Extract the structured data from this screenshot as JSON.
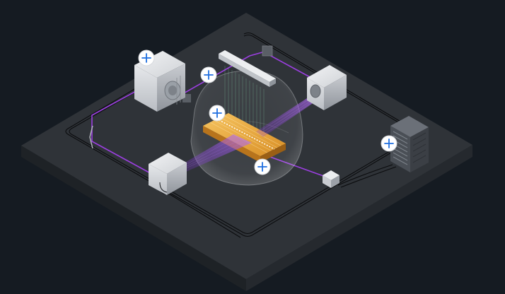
{
  "colors": {
    "background": "#151b22",
    "platform_top": "#2f3338",
    "platform_side_left": "#1e2226",
    "platform_side_right": "#25292e",
    "laser": "#9b3fe0",
    "fiber": "#0b0c0e",
    "chip": "#e2a43a",
    "hotspot_ring": "#ffffff",
    "hotspot_plus": "#1f6fe0"
  },
  "icons": {
    "hotspot": "plus-circle-icon",
    "laser_unit": "laser-box-icon",
    "camera": "camera-box-icon",
    "server": "server-rack-icon"
  },
  "hotspots": [
    {
      "id": "laser-source",
      "icon": "plus-circle-icon"
    },
    {
      "id": "optical-bar",
      "icon": "plus-circle-icon"
    },
    {
      "id": "ion-trap",
      "icon": "plus-circle-icon"
    },
    {
      "id": "vacuum-chamber",
      "icon": "plus-circle-icon"
    },
    {
      "id": "control-server",
      "icon": "plus-circle-icon"
    }
  ]
}
